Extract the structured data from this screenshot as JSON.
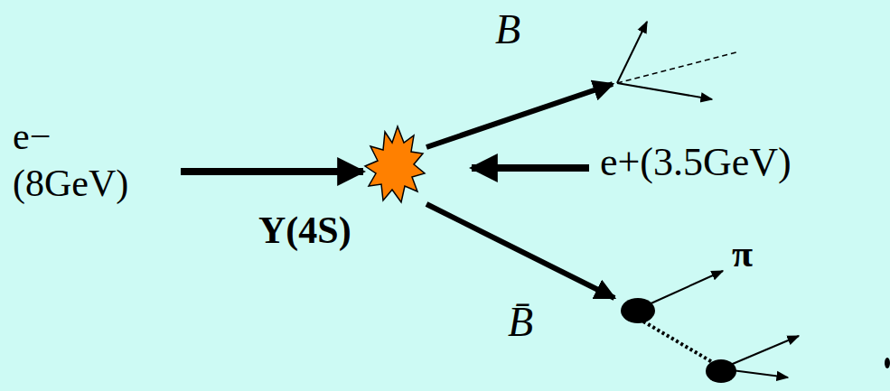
{
  "diagram": {
    "labels": [
      "B",
      "e−",
      "(8GeV)",
      "e+(3.5GeV)",
      "Υ(4S)",
      "π",
      "B̄"
    ]
  }
}
